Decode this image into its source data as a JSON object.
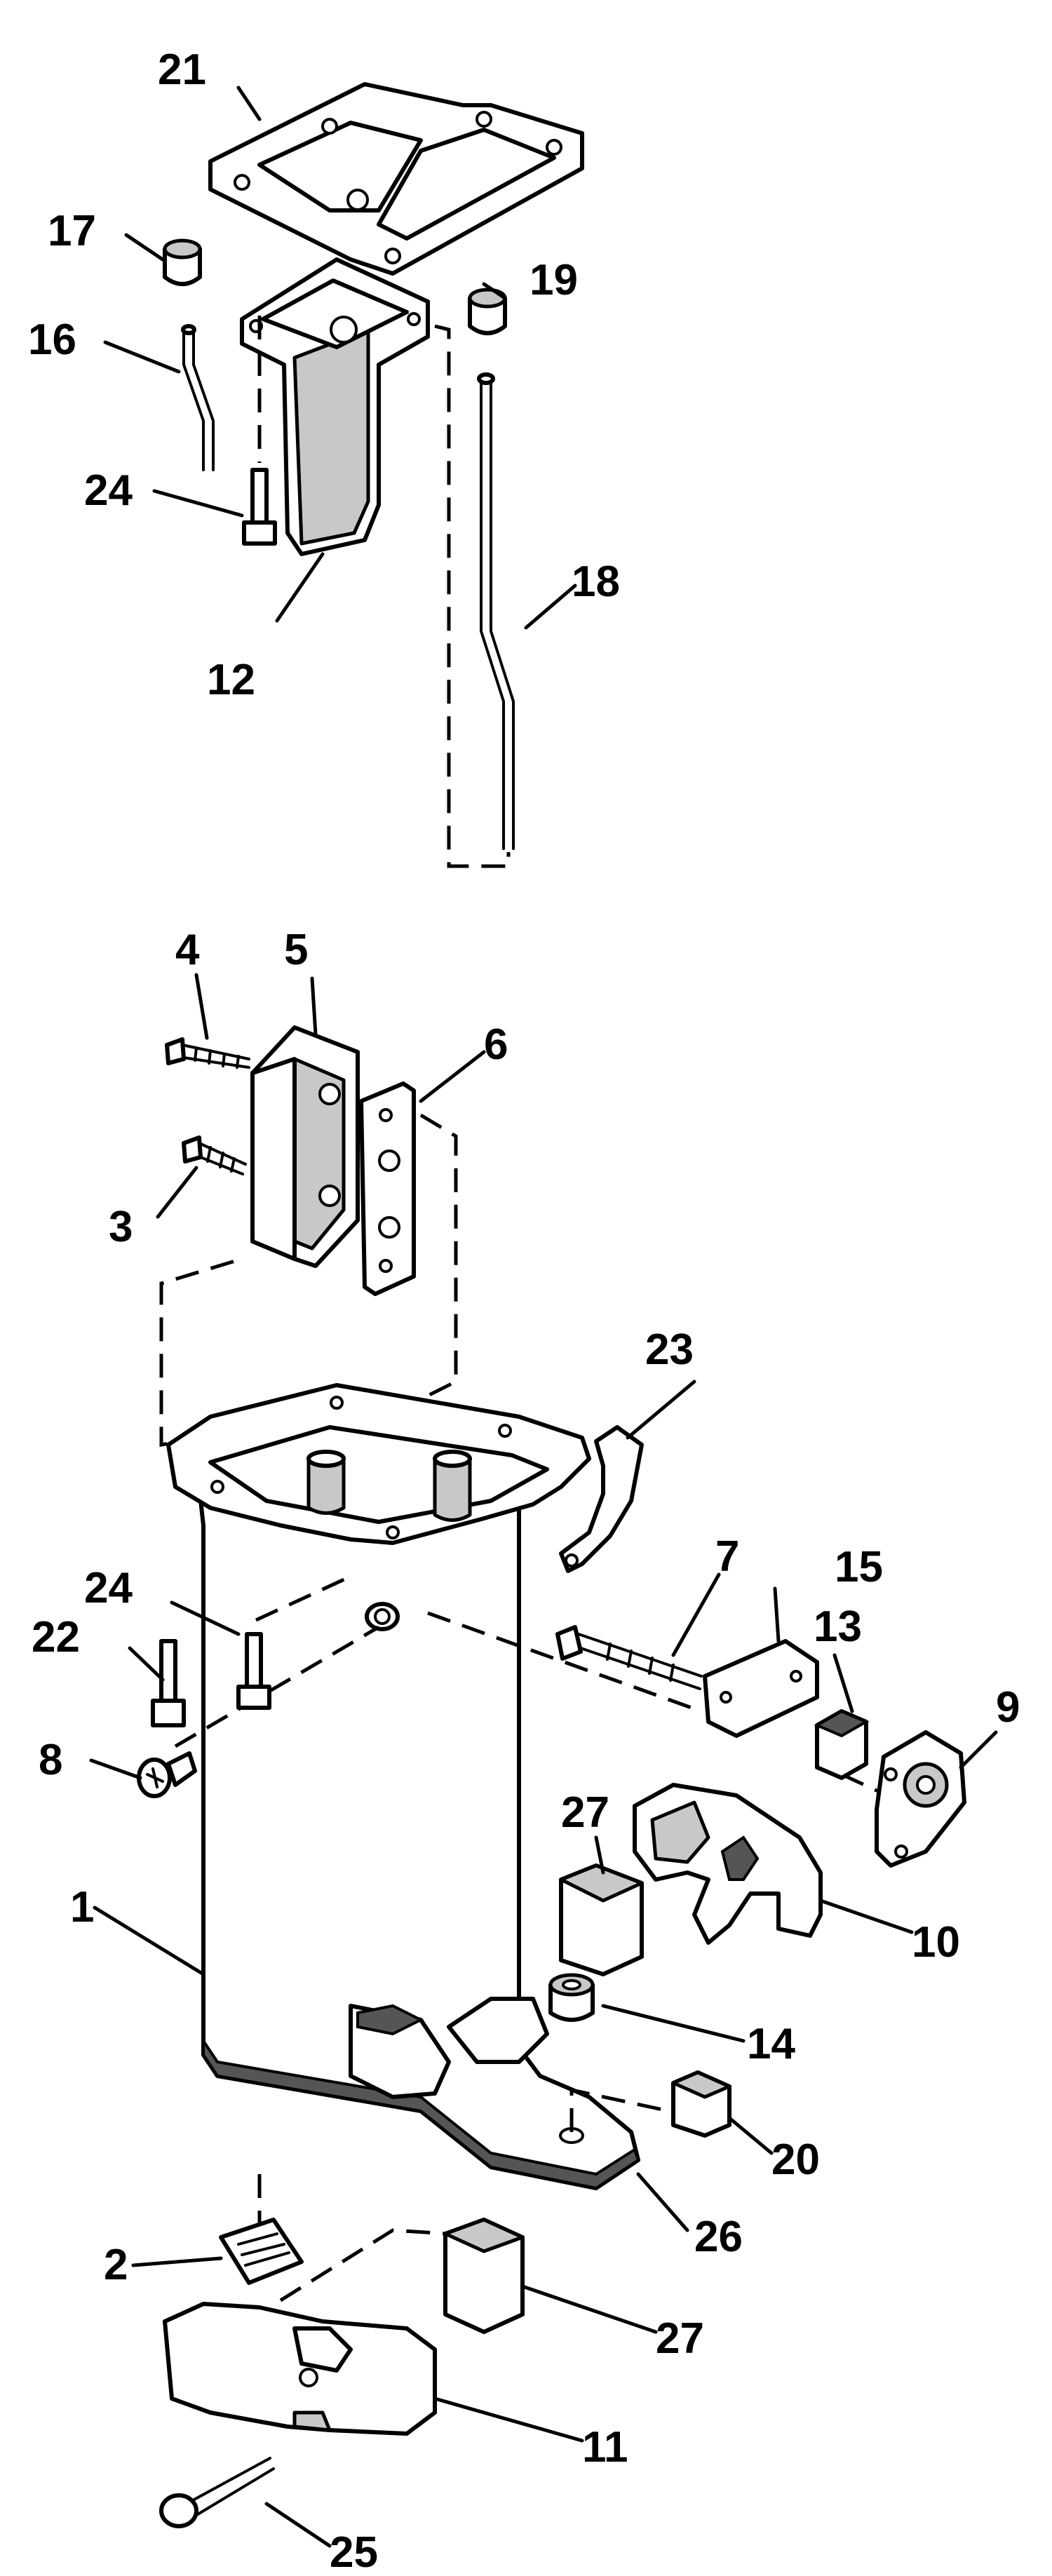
{
  "callouts": {
    "c1": "1",
    "c2": "2",
    "c3": "3",
    "c4": "4",
    "c5": "5",
    "c6": "6",
    "c7": "7",
    "c8": "8",
    "c9": "9",
    "c10": "10",
    "c11": "11",
    "c12": "12",
    "c13": "13",
    "c14": "14",
    "c15": "15",
    "c16": "16",
    "c17": "17",
    "c18": "18",
    "c19": "19",
    "c20": "20",
    "c21": "21",
    "c22": "22",
    "c23": "23",
    "c24a": "24",
    "c24b": "24",
    "c25": "25",
    "c26": "26",
    "c27a": "27",
    "c27b": "27"
  }
}
